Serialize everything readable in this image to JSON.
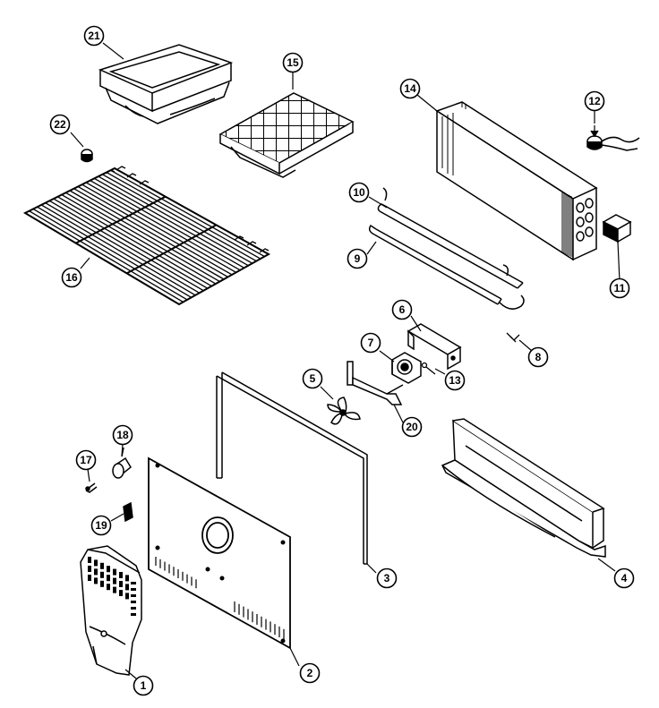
{
  "diagram": {
    "stroke": "#000000",
    "background": "#ffffff",
    "callouts": [
      "21",
      "15",
      "14",
      "12",
      "22",
      "16",
      "10",
      "9",
      "11",
      "6",
      "7",
      "8",
      "13",
      "5",
      "20",
      "18",
      "17",
      "19",
      "3",
      "4",
      "2",
      "1"
    ]
  }
}
